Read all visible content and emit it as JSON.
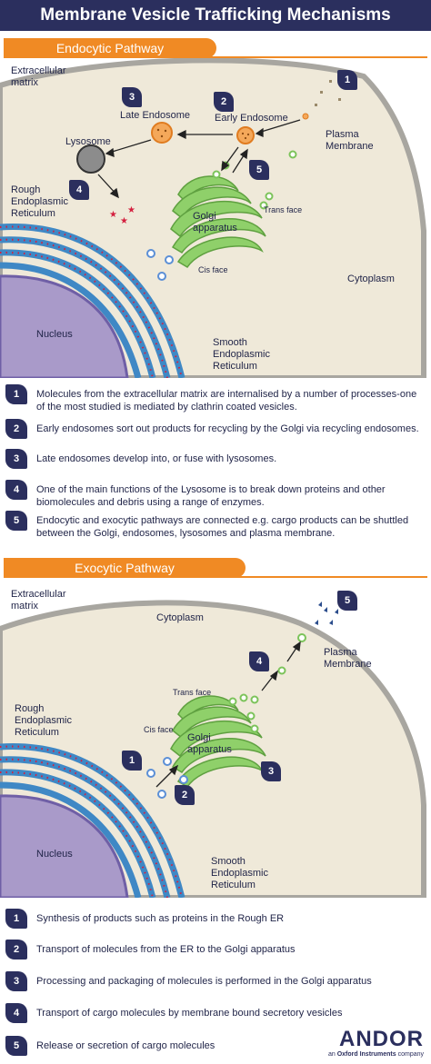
{
  "title": "Membrane Vesicle Trafficking Mechanisms",
  "endocytic": {
    "header": "Endocytic Pathway",
    "labels": {
      "extracellular": "Extracellular matrix",
      "late_endosome": "Late Endosome",
      "early_endosome": "Early Endosome",
      "plasma_membrane": "Plasma Membrane",
      "lysosome": "Lysosome",
      "rough_er": "Rough Endoplasmic Reticulum",
      "golgi": "Golgi apparatus",
      "trans_face": "Trans face",
      "cis_face": "Cis face",
      "cytoplasm": "Cytoplasm",
      "nucleus": "Nucleus",
      "smooth_er": "Smooth Endoplasmic Reticulum"
    },
    "badges": [
      "1",
      "2",
      "3",
      "4",
      "5"
    ],
    "steps": [
      {
        "num": "1",
        "text": "Molecules from the extracellular matrix are internalised by a number of processes-one of the most studied is mediated by clathrin coated vesicles."
      },
      {
        "num": "2",
        "text": "Early endosomes sort out products for recycling by the Golgi via recycling endosomes."
      },
      {
        "num": "3",
        "text": "Late endosomes develop into, or fuse with lysosomes."
      },
      {
        "num": "4",
        "text": "One of the main functions of the Lysosome is to break down proteins and other biomolecules and debris using a range of enzymes."
      },
      {
        "num": "5",
        "text": "Endocytic and exocytic pathways are connected  e.g. cargo products can be shuttled  between the Golgi, endosomes, lysosomes and plasma membrane."
      }
    ]
  },
  "exocytic": {
    "header": "Exocytic Pathway",
    "labels": {
      "extracellular": "Extracellular matrix",
      "cytoplasm": "Cytoplasm",
      "plasma_membrane": "Plasma Membrane",
      "trans_face": "Trans face",
      "cis_face": "Cis face",
      "golgi": "Golgi apparatus",
      "rough_er": "Rough Endoplasmic Reticulum",
      "nucleus": "Nucleus",
      "smooth_er": "Smooth Endoplasmic Reticulum"
    },
    "badges": [
      "1",
      "2",
      "3",
      "4",
      "5"
    ],
    "steps": [
      {
        "num": "1",
        "text": "Synthesis of products such as proteins in the Rough ER"
      },
      {
        "num": "2",
        "text": "Transport of molecules from the ER to the Golgi apparatus"
      },
      {
        "num": "3",
        "text": "Processing and packaging of molecules is performed in the Golgi apparatus"
      },
      {
        "num": "4",
        "text": "Transport of cargo molecules by membrane bound secretory vesicles"
      },
      {
        "num": "5",
        "text": "Release or secretion of cargo molecules"
      }
    ]
  },
  "logo": {
    "name": "ANDOR",
    "tag_prefix": "an",
    "tag_brand": "Oxford Instruments",
    "tag_suffix": "company"
  },
  "colors": {
    "navy": "#2b2f5e",
    "orange": "#f08a24",
    "cell": "#efe9d9",
    "membrane": "#a8a6a0",
    "nucleus": "#a99ac9",
    "er": "#3f88c5",
    "golgi": "#8fd06a",
    "vesicle_blue": "#5b8fd6",
    "vesicle_orange": "#f4a85a"
  }
}
